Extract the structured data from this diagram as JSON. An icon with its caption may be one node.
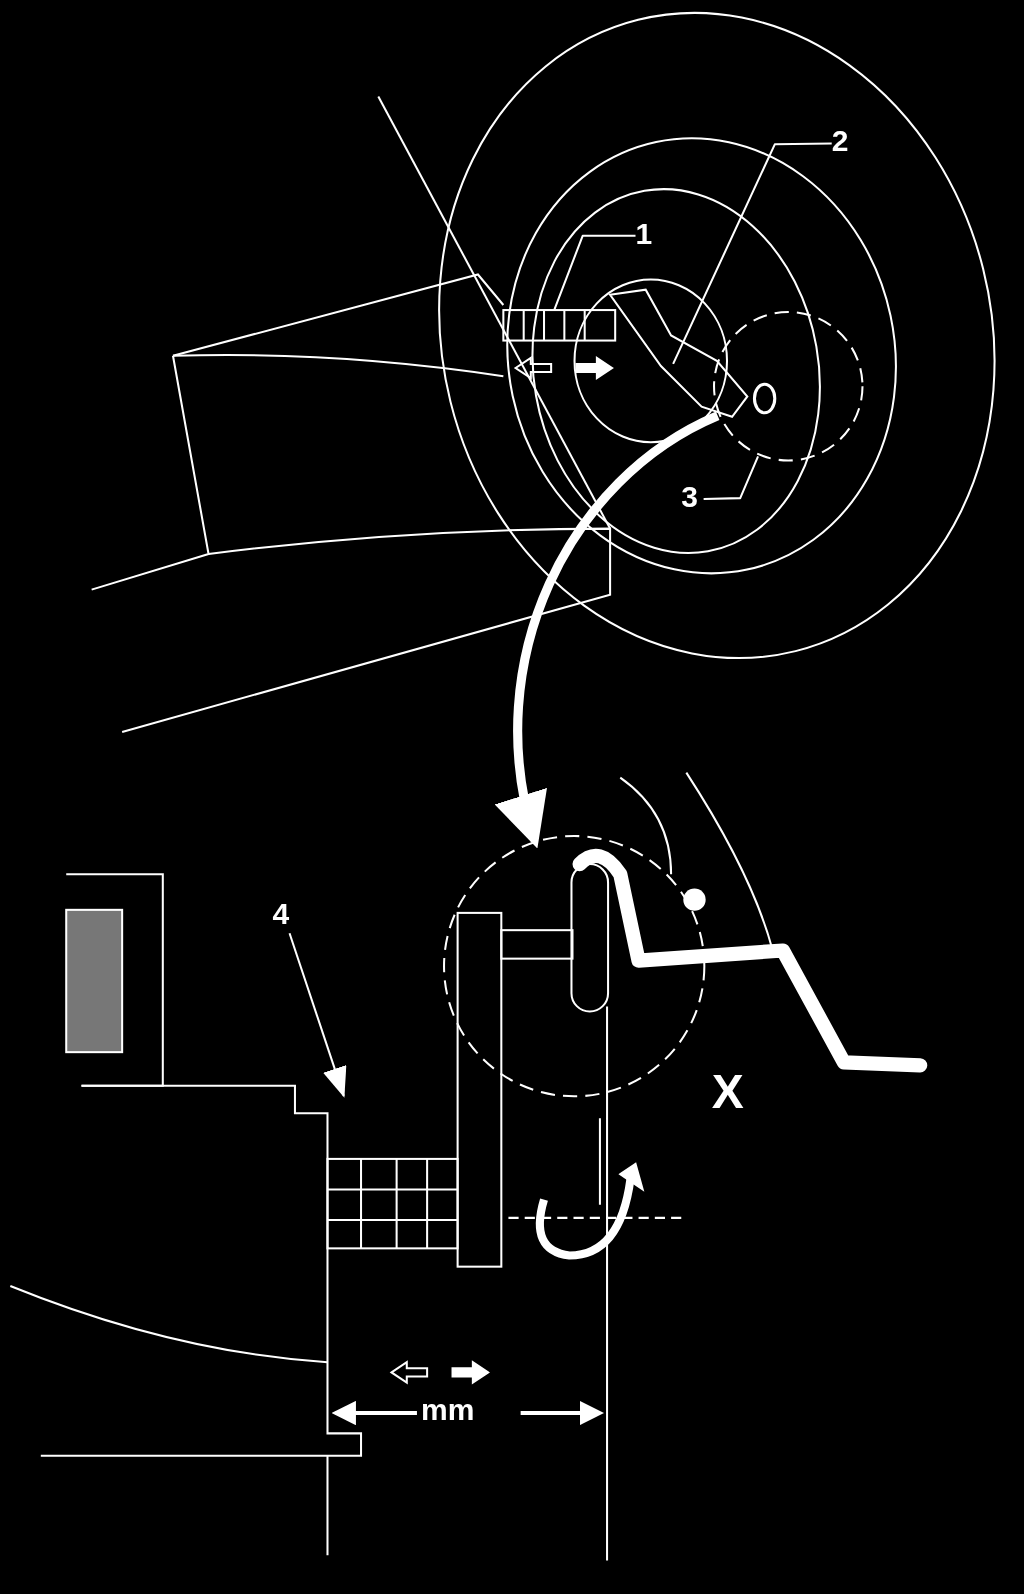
{
  "diagram": {
    "nodes": [
      {
        "text": [
          "1"
        ]
      },
      {
        "text": [
          "2"
        ]
      },
      {
        "text": [
          "3"
        ]
      },
      {
        "text": [
          "4"
        ]
      },
      {
        "text": [],
        "shape": "circle"
      },
      {
        "text": [],
        "shape": "circle",
        "beside": [
          "X"
        ]
      }
    ],
    "edges": [
      {
        "from": 0,
        "to": null,
        "arrow": "none"
      },
      {
        "from": 1,
        "to": null,
        "arrow": "none"
      },
      {
        "from": 2,
        "to": 4,
        "arrow": "none"
      },
      {
        "from": 3,
        "to": null,
        "arrow": "to"
      },
      {
        "from": 4,
        "to": 5,
        "arrow": "to",
        "style": "thick"
      }
    ],
    "labels": [
      "mm"
    ]
  }
}
